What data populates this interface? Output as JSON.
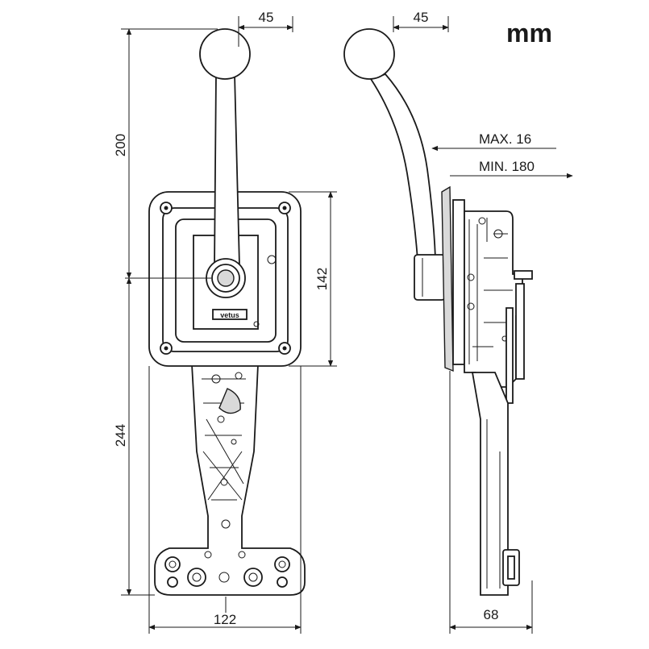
{
  "unit": "mm",
  "front_view": {
    "dim_top_offset": "45",
    "dim_handle_height": "200",
    "dim_plate_height": "142",
    "dim_lower_height": "244",
    "dim_base_width": "122"
  },
  "side_view": {
    "dim_top_offset": "45",
    "dim_max": "MAX. 16",
    "dim_min": "MIN. 180",
    "dim_depth": "68"
  },
  "brand_plate": "vetus"
}
